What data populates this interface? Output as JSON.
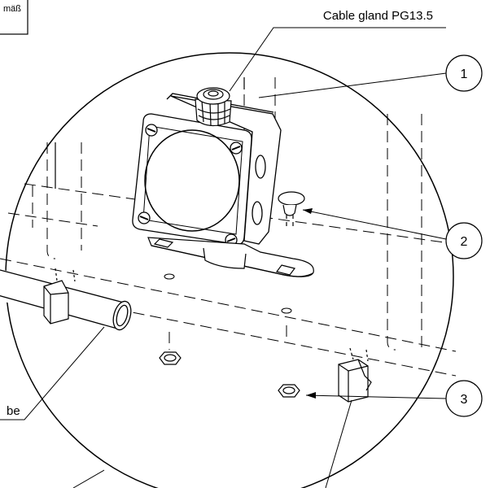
{
  "corner_label": "mäß",
  "gland_label": "Cable gland PG13.5",
  "pipe_label": "be",
  "callouts": [
    "1",
    "2",
    "3"
  ]
}
